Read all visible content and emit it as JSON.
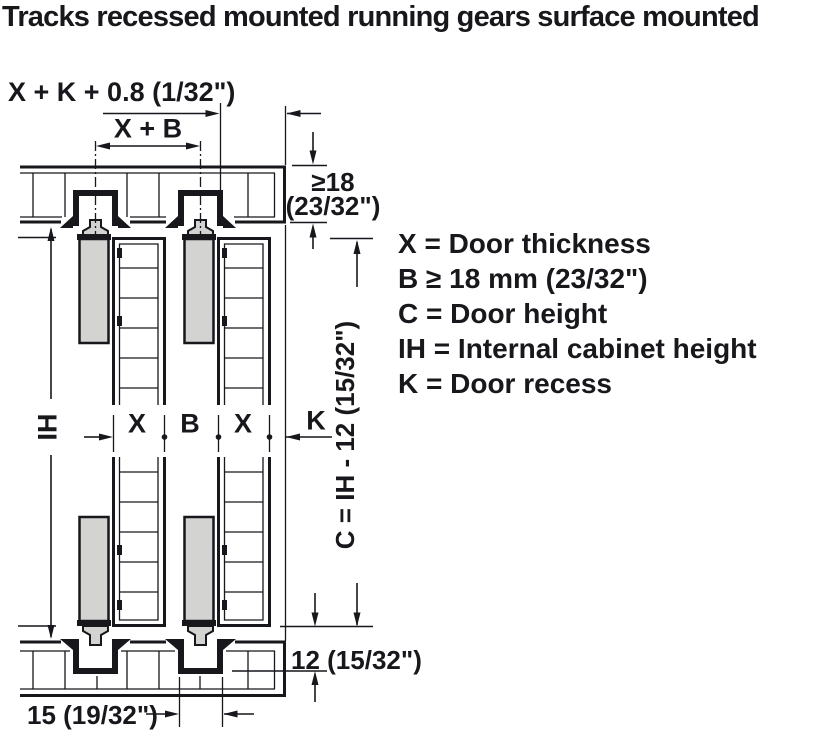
{
  "title": "Tracks recessed mounted running gears surface mounted",
  "colors": {
    "line": "#17171c",
    "gray_fill": "#d3d3d1",
    "background": "#ffffff"
  },
  "dimensions": {
    "top_offset_label": "X + K + 0.8 (1/32\")",
    "track_spacing_label": "X + B",
    "top_panel_thickness_value": "≥18",
    "top_panel_thickness_inches": "(23/32\")",
    "door1_thickness_label": "X",
    "door_gap_label": "B",
    "door2_thickness_label": "X",
    "door_recess_label": "K",
    "internal_height_label": "IH",
    "door_height_label": "C = IH - 12 (15/32\")",
    "bottom_clearance_label": "12 (15/32\")",
    "bottom_groove_offset_label": "15 (19/32\")"
  },
  "legend": {
    "items": [
      {
        "label": "X = Door thickness"
      },
      {
        "label": "B ≥ 18 mm (23/32\")"
      },
      {
        "label": "C = Door height"
      },
      {
        "label": "IH = Internal cabinet height"
      },
      {
        "label": "K = Door recess"
      }
    ]
  }
}
